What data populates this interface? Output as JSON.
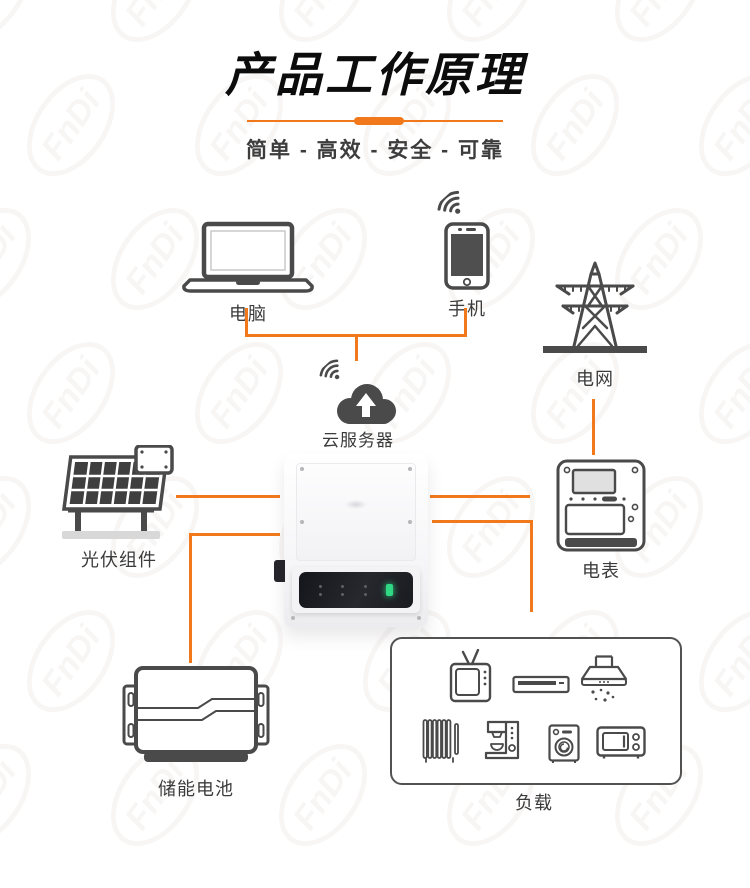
{
  "page": {
    "title": "产品工作原理",
    "subtitle": "简单 - 高效 - 安全 - 可靠",
    "watermark_text": "FnDi"
  },
  "colors": {
    "accent_orange": "#F2791B",
    "icon_gray": "#4A4A4A",
    "title_black": "#0C0C0C",
    "status_led_green": "#2FD882"
  },
  "nodes": {
    "computer": {
      "label": "电脑",
      "icon": "laptop-icon"
    },
    "phone": {
      "label": "手机",
      "icon": "smartphone-icon",
      "extra_icon": "wifi-icon"
    },
    "cloud_server": {
      "label": "云服务器",
      "icon": "cloud-upload-icon",
      "extra_icon": "wifi-icon"
    },
    "grid": {
      "label": "电网",
      "icon": "transmission-tower-icon"
    },
    "pv_module": {
      "label": "光伏组件",
      "icon": "solar-panel-icon"
    },
    "inverter": {
      "label": "",
      "icon": "inverter-device"
    },
    "meter": {
      "label": "电表",
      "icon": "energy-meter-icon"
    },
    "battery": {
      "label": "储能电池",
      "icon": "battery-box-icon"
    },
    "load": {
      "label": "负载",
      "appliances": [
        "tv-icon",
        "dvd-player-icon",
        "range-hood-icon",
        "radiator-icon",
        "coffee-machine-icon",
        "washing-machine-icon",
        "microwave-icon"
      ]
    }
  },
  "connections": [
    {
      "from": "computer",
      "to": "cloud_server"
    },
    {
      "from": "phone",
      "to": "cloud_server"
    },
    {
      "from": "grid",
      "to": "meter"
    },
    {
      "from": "pv_module",
      "to": "inverter"
    },
    {
      "from": "inverter",
      "to": "meter"
    },
    {
      "from": "inverter",
      "to": "battery"
    },
    {
      "from": "inverter",
      "to": "load"
    }
  ]
}
